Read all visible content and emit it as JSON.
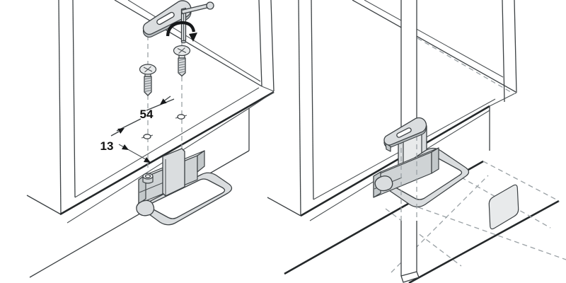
{
  "illustration": {
    "kind": "furniture-hardware-installation-diagram",
    "background": "#ffffff"
  },
  "dims": {
    "hole_spacing": "54",
    "edge_distance": "13"
  },
  "palette": {
    "line": "#3b4043",
    "line_strong": "#24282a",
    "fill_light": "#dadddf",
    "fill_lighter": "#e8eaeb",
    "fill_dark": "#c3c8ca",
    "hidden_line": "#9aa1a5",
    "label_text": "#111111",
    "rotation_arrow": "#16181a"
  },
  "figures": {
    "left": {
      "id": "step-drilling-and-mounting",
      "parts": [
        "cabinet-panel",
        "counter-plate",
        "hex-key",
        "rotation-arrow",
        "mounting-screw-left",
        "mounting-screw-right",
        "pilot-hole-left",
        "pilot-hole-right",
        "latch-body",
        "pull-handle-loop",
        "dimension-hole-spacing",
        "dimension-edge-distance"
      ]
    },
    "right": {
      "id": "step-installed-latch",
      "parts": [
        "cabinet-panel",
        "center-post",
        "counter-plate",
        "mounting-plate",
        "latch-body",
        "pull-handle-loop",
        "strike-plate",
        "deck-panel",
        "hidden-edge-dashed-lines"
      ]
    }
  }
}
